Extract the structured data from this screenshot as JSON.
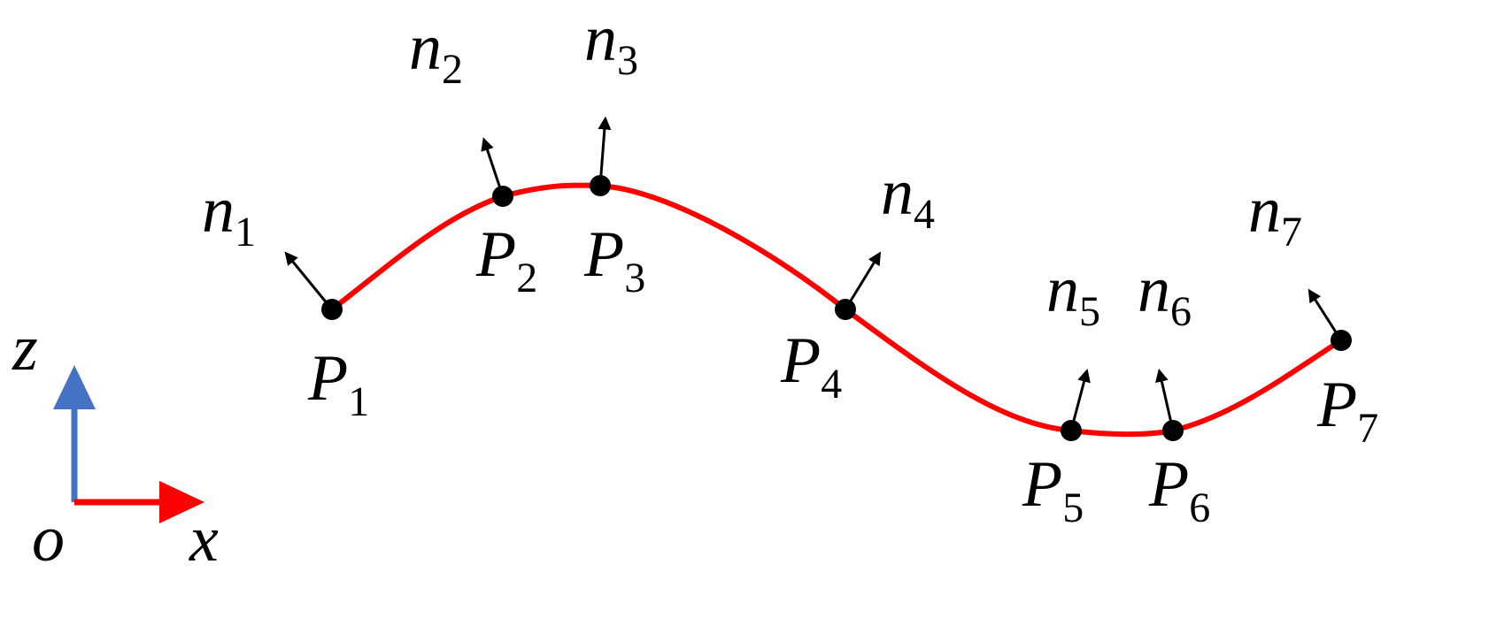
{
  "axes": {
    "origin_label": "o",
    "x_label": "x",
    "z_label": "z",
    "x_color": "#ff0000",
    "z_color": "#4472c4"
  },
  "curve": {
    "color": "#ff0000"
  },
  "points": [
    {
      "letter": "P",
      "index": "1",
      "normal_letter": "n",
      "normal_index": "1"
    },
    {
      "letter": "P",
      "index": "2",
      "normal_letter": "n",
      "normal_index": "2"
    },
    {
      "letter": "P",
      "index": "3",
      "normal_letter": "n",
      "normal_index": "3"
    },
    {
      "letter": "P",
      "index": "4",
      "normal_letter": "n",
      "normal_index": "4"
    },
    {
      "letter": "P",
      "index": "5",
      "normal_letter": "n",
      "normal_index": "5"
    },
    {
      "letter": "P",
      "index": "6",
      "normal_letter": "n",
      "normal_index": "6"
    },
    {
      "letter": "P",
      "index": "7",
      "normal_letter": "n",
      "normal_index": "7"
    }
  ]
}
